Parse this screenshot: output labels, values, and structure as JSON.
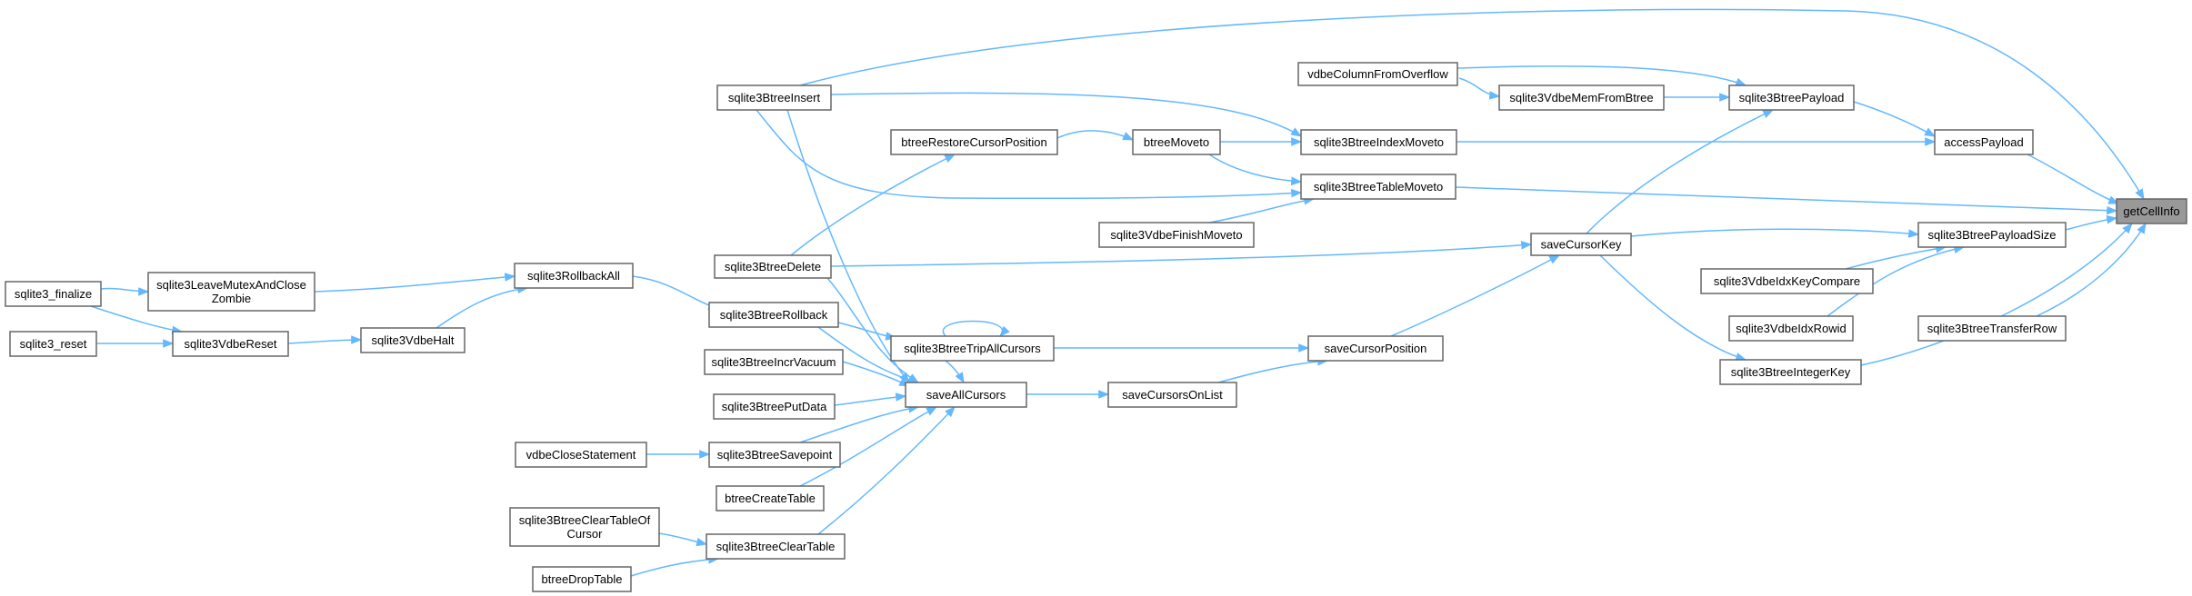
{
  "graph": {
    "edge_color": "#63b8ff",
    "node_border_color": "#666666",
    "root_fill_color": "#999999",
    "nodes": [
      {
        "id": "getCellInfo",
        "label": [
          "getCellInfo"
        ],
        "root": true
      },
      {
        "id": "sqlite3BtreeInsert",
        "label": [
          "sqlite3BtreeInsert"
        ]
      },
      {
        "id": "vdbeColumnFromOverflow",
        "label": [
          "vdbeColumnFromOverflow"
        ]
      },
      {
        "id": "sqlite3VdbeMemFromBtree",
        "label": [
          "sqlite3VdbeMemFromBtree"
        ]
      },
      {
        "id": "sqlite3BtreePayload",
        "label": [
          "sqlite3BtreePayload"
        ]
      },
      {
        "id": "btreeRestoreCursorPosition",
        "label": [
          "btreeRestoreCursorPosition"
        ]
      },
      {
        "id": "btreeMoveto",
        "label": [
          "btreeMoveto"
        ]
      },
      {
        "id": "sqlite3BtreeIndexMoveto",
        "label": [
          "sqlite3BtreeIndexMoveto"
        ]
      },
      {
        "id": "accessPayload",
        "label": [
          "accessPayload"
        ]
      },
      {
        "id": "sqlite3BtreeTableMoveto",
        "label": [
          "sqlite3BtreeTableMoveto"
        ]
      },
      {
        "id": "sqlite3VdbeFinishMoveto",
        "label": [
          "sqlite3VdbeFinishMoveto"
        ]
      },
      {
        "id": "sqlite3BtreePayloadSize",
        "label": [
          "sqlite3BtreePayloadSize"
        ]
      },
      {
        "id": "sqlite3BtreeDelete",
        "label": [
          "sqlite3BtreeDelete"
        ]
      },
      {
        "id": "saveCursorKey",
        "label": [
          "saveCursorKey"
        ]
      },
      {
        "id": "sqlite3VdbeIdxKeyCompare",
        "label": [
          "sqlite3VdbeIdxKeyCompare"
        ]
      },
      {
        "id": "sqlite3_finalize",
        "label": [
          "sqlite3_finalize"
        ]
      },
      {
        "id": "sqlite3LeaveMutexAndCloseZombie",
        "label": [
          "sqlite3LeaveMutexAndClose",
          "Zombie"
        ]
      },
      {
        "id": "sqlite3RollbackAll",
        "label": [
          "sqlite3RollbackAll"
        ]
      },
      {
        "id": "sqlite3BtreeRollback",
        "label": [
          "sqlite3BtreeRollback"
        ]
      },
      {
        "id": "sqlite3VdbeIdxRowid",
        "label": [
          "sqlite3VdbeIdxRowid"
        ]
      },
      {
        "id": "sqlite3BtreeTransferRow",
        "label": [
          "sqlite3BtreeTransferRow"
        ]
      },
      {
        "id": "sqlite3_reset",
        "label": [
          "sqlite3_reset"
        ]
      },
      {
        "id": "sqlite3VdbeReset",
        "label": [
          "sqlite3VdbeReset"
        ]
      },
      {
        "id": "sqlite3VdbeHalt",
        "label": [
          "sqlite3VdbeHalt"
        ]
      },
      {
        "id": "sqlite3BtreeTripAllCursors",
        "label": [
          "sqlite3BtreeTripAllCursors"
        ]
      },
      {
        "id": "saveCursorPosition",
        "label": [
          "saveCursorPosition"
        ]
      },
      {
        "id": "sqlite3BtreeIntegerKey",
        "label": [
          "sqlite3BtreeIntegerKey"
        ]
      },
      {
        "id": "sqlite3BtreeIncrVacuum",
        "label": [
          "sqlite3BtreeIncrVacuum"
        ]
      },
      {
        "id": "saveAllCursors",
        "label": [
          "saveAllCursors"
        ]
      },
      {
        "id": "saveCursorsOnList",
        "label": [
          "saveCursorsOnList"
        ]
      },
      {
        "id": "sqlite3BtreePutData",
        "label": [
          "sqlite3BtreePutData"
        ]
      },
      {
        "id": "vdbeCloseStatement",
        "label": [
          "vdbeCloseStatement"
        ]
      },
      {
        "id": "sqlite3BtreeSavepoint",
        "label": [
          "sqlite3BtreeSavepoint"
        ]
      },
      {
        "id": "btreeCreateTable",
        "label": [
          "btreeCreateTable"
        ]
      },
      {
        "id": "sqlite3BtreeClearTableOfCursor",
        "label": [
          "sqlite3BtreeClearTableOf",
          "Cursor"
        ]
      },
      {
        "id": "sqlite3BtreeClearTable",
        "label": [
          "sqlite3BtreeClearTable"
        ]
      },
      {
        "id": "btreeDropTable",
        "label": [
          "btreeDropTable"
        ]
      }
    ],
    "edges": [
      {
        "from": "sqlite3BtreeInsert",
        "to": "getCellInfo"
      },
      {
        "from": "sqlite3BtreeInsert",
        "to": "sqlite3BtreeIndexMoveto"
      },
      {
        "from": "sqlite3BtreeInsert",
        "to": "sqlite3BtreeTableMoveto"
      },
      {
        "from": "sqlite3BtreeInsert",
        "to": "saveAllCursors"
      },
      {
        "from": "vdbeColumnFromOverflow",
        "to": "sqlite3VdbeMemFromBtree"
      },
      {
        "from": "vdbeColumnFromOverflow",
        "to": "sqlite3BtreePayload"
      },
      {
        "from": "sqlite3VdbeMemFromBtree",
        "to": "sqlite3BtreePayload"
      },
      {
        "from": "sqlite3BtreePayload",
        "to": "accessPayload"
      },
      {
        "from": "btreeRestoreCursorPosition",
        "to": "btreeMoveto"
      },
      {
        "from": "btreeMoveto",
        "to": "sqlite3BtreeIndexMoveto"
      },
      {
        "from": "btreeMoveto",
        "to": "sqlite3BtreeTableMoveto"
      },
      {
        "from": "sqlite3BtreeIndexMoveto",
        "to": "accessPayload"
      },
      {
        "from": "accessPayload",
        "to": "getCellInfo"
      },
      {
        "from": "sqlite3BtreeTableMoveto",
        "to": "getCellInfo"
      },
      {
        "from": "sqlite3VdbeFinishMoveto",
        "to": "sqlite3BtreeTableMoveto"
      },
      {
        "from": "sqlite3BtreePayloadSize",
        "to": "getCellInfo"
      },
      {
        "from": "sqlite3BtreeDelete",
        "to": "btreeRestoreCursorPosition"
      },
      {
        "from": "sqlite3BtreeDelete",
        "to": "saveCursorKey"
      },
      {
        "from": "sqlite3BtreeDelete",
        "to": "saveAllCursors"
      },
      {
        "from": "saveCursorKey",
        "to": "sqlite3BtreePayload"
      },
      {
        "from": "saveCursorKey",
        "to": "sqlite3BtreePayloadSize"
      },
      {
        "from": "saveCursorKey",
        "to": "sqlite3BtreeIntegerKey"
      },
      {
        "from": "sqlite3VdbeIdxKeyCompare",
        "to": "sqlite3BtreePayloadSize"
      },
      {
        "from": "sqlite3_finalize",
        "to": "sqlite3LeaveMutexAndCloseZombie"
      },
      {
        "from": "sqlite3_finalize",
        "to": "sqlite3VdbeReset"
      },
      {
        "from": "sqlite3LeaveMutexAndCloseZombie",
        "to": "sqlite3RollbackAll"
      },
      {
        "from": "sqlite3RollbackAll",
        "to": "sqlite3BtreeRollback"
      },
      {
        "from": "sqlite3BtreeRollback",
        "to": "sqlite3BtreeTripAllCursors"
      },
      {
        "from": "sqlite3BtreeRollback",
        "to": "saveAllCursors"
      },
      {
        "from": "sqlite3VdbeIdxRowid",
        "to": "sqlite3BtreePayloadSize"
      },
      {
        "from": "sqlite3BtreeTransferRow",
        "to": "getCellInfo"
      },
      {
        "from": "sqlite3_reset",
        "to": "sqlite3VdbeReset"
      },
      {
        "from": "sqlite3VdbeReset",
        "to": "sqlite3VdbeHalt"
      },
      {
        "from": "sqlite3VdbeHalt",
        "to": "sqlite3RollbackAll"
      },
      {
        "from": "sqlite3BtreeTripAllCursors",
        "to": "saveAllCursors"
      },
      {
        "from": "sqlite3BtreeTripAllCursors",
        "to": "saveCursorPosition"
      },
      {
        "from": "sqlite3BtreeTripAllCursors",
        "to": "sqlite3BtreeTripAllCursors"
      },
      {
        "from": "saveCursorPosition",
        "to": "saveCursorKey"
      },
      {
        "from": "sqlite3BtreeIntegerKey",
        "to": "getCellInfo"
      },
      {
        "from": "sqlite3BtreeIncrVacuum",
        "to": "saveAllCursors"
      },
      {
        "from": "saveAllCursors",
        "to": "saveCursorsOnList"
      },
      {
        "from": "saveCursorsOnList",
        "to": "saveCursorPosition"
      },
      {
        "from": "sqlite3BtreePutData",
        "to": "saveAllCursors"
      },
      {
        "from": "vdbeCloseStatement",
        "to": "sqlite3BtreeSavepoint"
      },
      {
        "from": "sqlite3BtreeSavepoint",
        "to": "saveAllCursors"
      },
      {
        "from": "btreeCreateTable",
        "to": "saveAllCursors"
      },
      {
        "from": "sqlite3BtreeClearTableOfCursor",
        "to": "sqlite3BtreeClearTable"
      },
      {
        "from": "sqlite3BtreeClearTable",
        "to": "saveAllCursors"
      },
      {
        "from": "btreeDropTable",
        "to": "sqlite3BtreeClearTable"
      }
    ]
  }
}
